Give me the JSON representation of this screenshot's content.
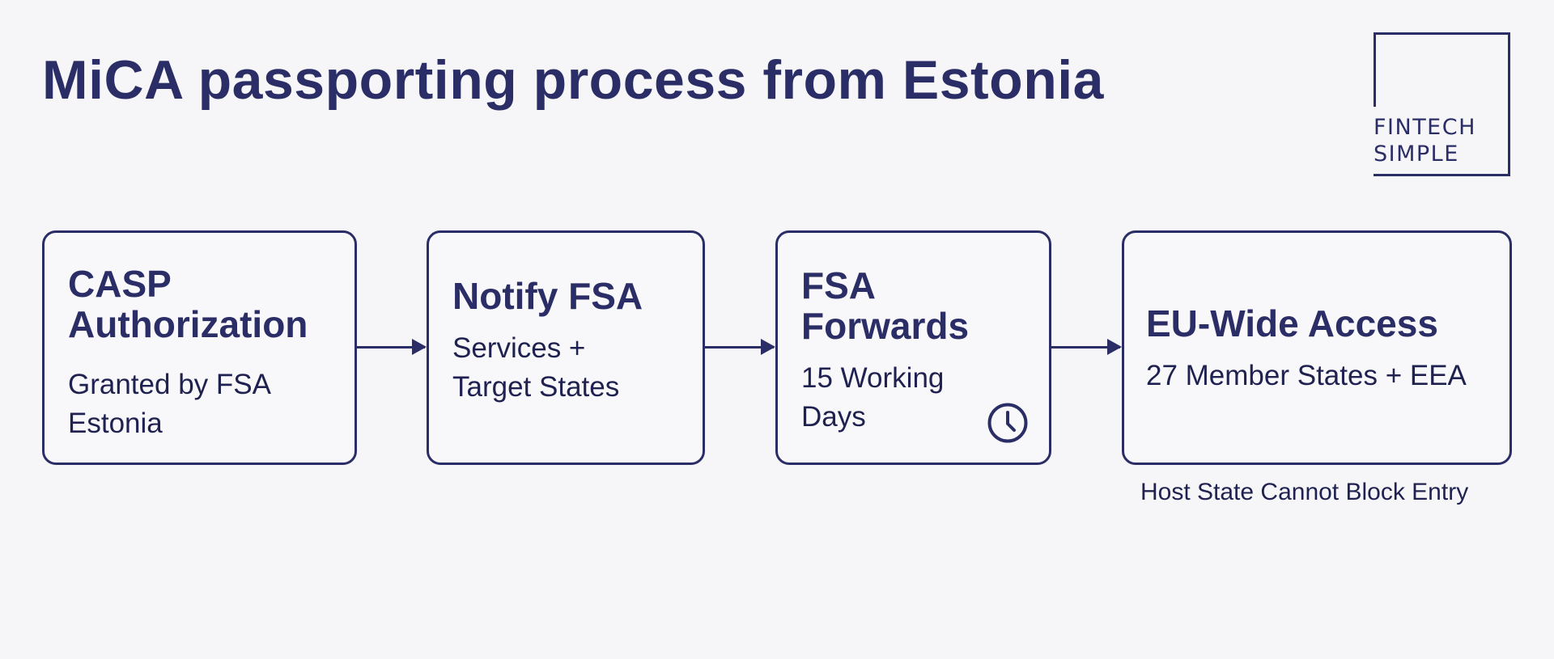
{
  "title": "MiCA passporting process from Estonia",
  "logo": {
    "line1": "FINTECH",
    "line2": "SIMPLE"
  },
  "steps": [
    {
      "title_lines": [
        "CASP",
        "Authorization"
      ],
      "subtitle_lines": [
        "Granted by FSA",
        "Estonia"
      ]
    },
    {
      "title_lines": [
        "Notify FSA"
      ],
      "subtitle_lines": [
        "Services +",
        "Target States"
      ]
    },
    {
      "title_lines": [
        "FSA",
        "Forwards"
      ],
      "subtitle_lines": [
        "15 Working",
        "Days"
      ],
      "icon": "clock-icon"
    },
    {
      "title_lines": [
        "EU-Wide Access"
      ],
      "subtitle_lines": [
        "27 Member States + EEA"
      ]
    }
  ],
  "footnote": "Host State Cannot Block Entry",
  "colors": {
    "primary": "#2b2d66",
    "background": "#f6f6f8"
  }
}
